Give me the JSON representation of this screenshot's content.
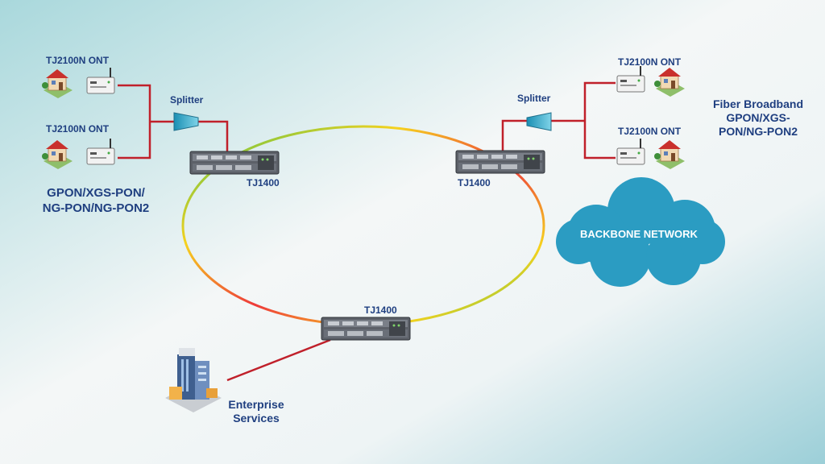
{
  "ont": {
    "top_left": "TJ2100N ONT",
    "bottom_left": "TJ2100N ONT",
    "top_right": "TJ2100N ONT",
    "bottom_right": "TJ2100N ONT"
  },
  "splitter": {
    "left": "Splitter",
    "right": "Splitter"
  },
  "nodes": {
    "left": "TJ1400",
    "right": "TJ1400",
    "bottom": "TJ1400"
  },
  "left_pon": {
    "line1": "GPON/XGS-PON/",
    "line2": "NG-PON/NG-PON2"
  },
  "right_pon": {
    "line1": "Fiber Broadband",
    "line2": "GPON/XGS-",
    "line3": "PON/NG-PON2"
  },
  "cloud": {
    "label": "BACKBONE NETWORK"
  },
  "enterprise": {
    "line1": "Enterprise",
    "line2": "Services"
  },
  "colors": {
    "link": "#c0202a",
    "cloud": "#2b9cc2",
    "label": "#1f3f80",
    "ring_red": "#ee3a3a",
    "ring_yellow": "#f6d21e",
    "ring_green": "#43c04f"
  }
}
